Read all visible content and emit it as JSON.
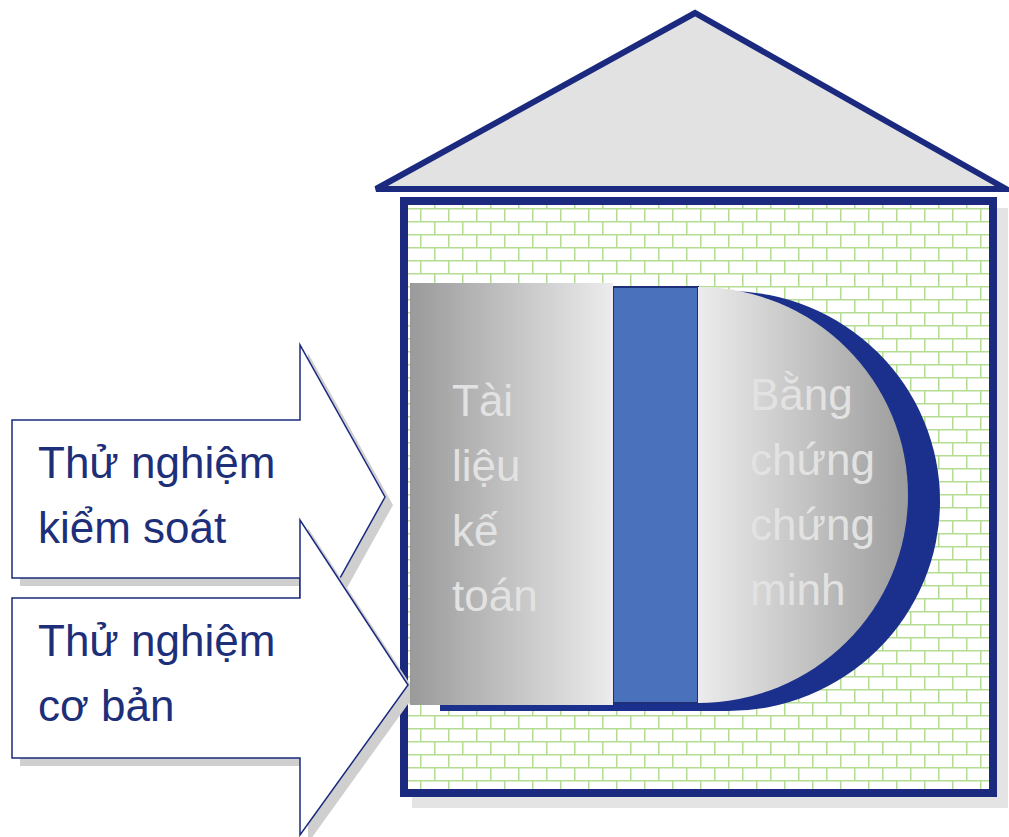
{
  "diagram": {
    "nodes": [
      {
        "text": [
          "Thử nghiệm kiểm soát"
        ]
      },
      {
        "text": [
          "Thử nghiệm cơ bản"
        ]
      },
      {
        "text": [
          "Tài liệu kế toán"
        ]
      },
      {
        "text": [
          "Bằng chứng chứng minh"
        ]
      }
    ]
  }
}
